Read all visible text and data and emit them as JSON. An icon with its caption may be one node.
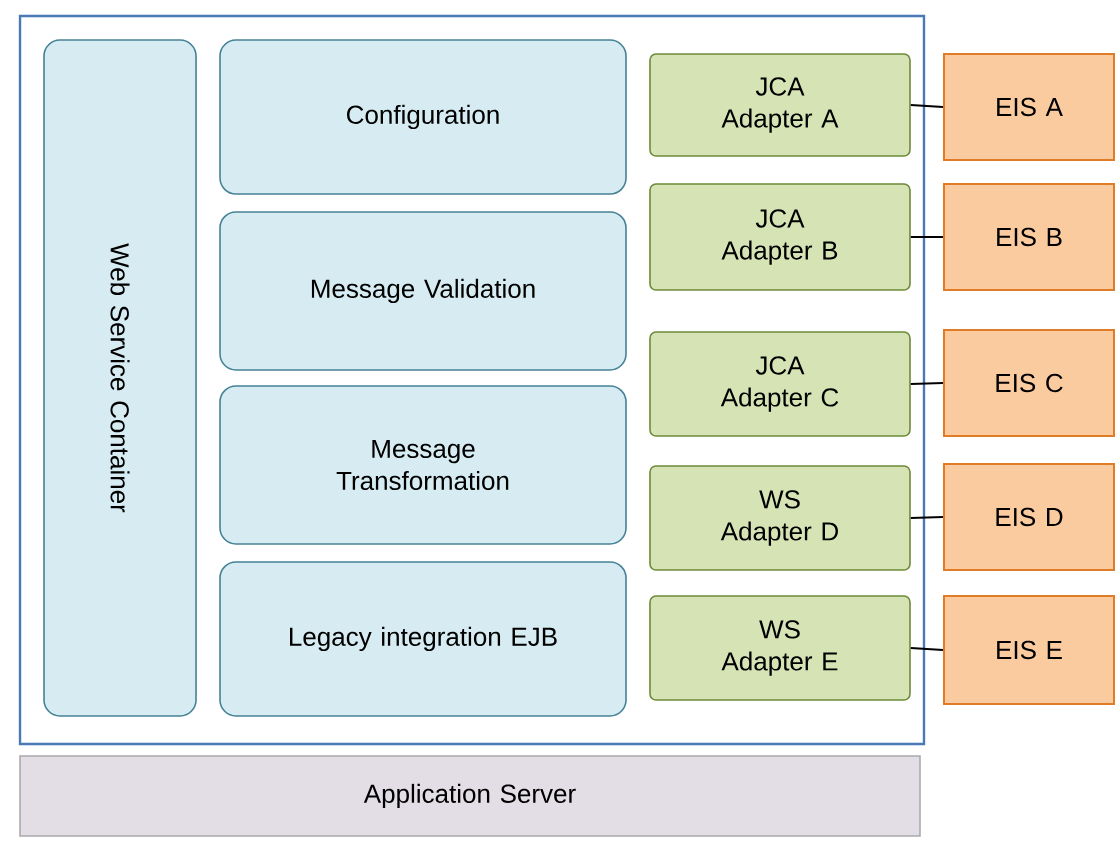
{
  "diagram": {
    "nodes": [
      {
        "text": [],
        "shape": "box"
      },
      {
        "text": [
          "Web Service Container"
        ],
        "in": 0
      },
      {
        "text": [
          "Configuration"
        ],
        "in": 0
      },
      {
        "text": [
          "Message Validation"
        ],
        "in": 0
      },
      {
        "text": [
          "Message Transformation"
        ],
        "in": 0
      },
      {
        "text": [
          "Legacy integration EJB"
        ],
        "in": 0
      },
      {
        "text": [
          "JCA Adapter A"
        ],
        "in": 0
      },
      {
        "text": [
          "JCA Adapter B"
        ],
        "in": 0
      },
      {
        "text": [
          "JCA Adapter C"
        ],
        "in": 0
      },
      {
        "text": [
          "WS Adapter D"
        ],
        "in": 0
      },
      {
        "text": [
          "WS Adapter E"
        ],
        "in": 0
      },
      {
        "text": [
          "EIS A"
        ]
      },
      {
        "text": [
          "EIS B"
        ]
      },
      {
        "text": [
          "EIS C"
        ]
      },
      {
        "text": [
          "EIS D"
        ]
      },
      {
        "text": [
          "EIS E"
        ]
      },
      {
        "text": [
          "Application Server"
        ]
      }
    ],
    "edges": [
      {
        "from": 6,
        "to": 11,
        "arrow": "none"
      },
      {
        "from": 7,
        "to": 12,
        "arrow": "none"
      },
      {
        "from": 8,
        "to": 13,
        "arrow": "none"
      },
      {
        "from": 9,
        "to": 14,
        "arrow": "none"
      },
      {
        "from": 10,
        "to": 15,
        "arrow": "none"
      }
    ]
  }
}
